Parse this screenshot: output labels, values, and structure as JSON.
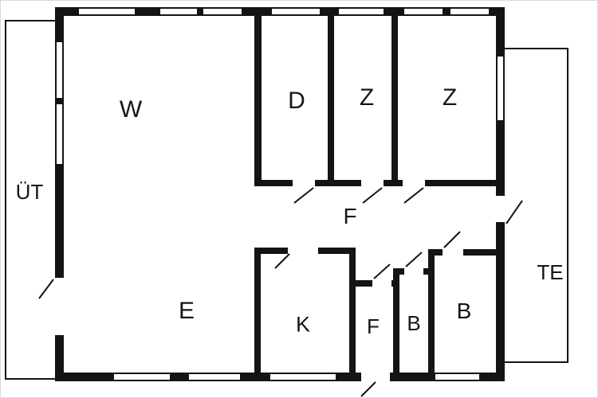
{
  "plan": {
    "kind": "floor-plan",
    "colors": {
      "wall": "#141414",
      "background": "#ffffff"
    }
  },
  "rooms": [
    {
      "id": "ut",
      "label": "ÜT"
    },
    {
      "id": "w",
      "label": "W"
    },
    {
      "id": "d",
      "label": "D"
    },
    {
      "id": "z1",
      "label": "Z"
    },
    {
      "id": "z2",
      "label": "Z"
    },
    {
      "id": "f-hall",
      "label": "F"
    },
    {
      "id": "e",
      "label": "E"
    },
    {
      "id": "k",
      "label": "K"
    },
    {
      "id": "f-bath",
      "label": "F"
    },
    {
      "id": "b1",
      "label": "B"
    },
    {
      "id": "b2",
      "label": "B"
    },
    {
      "id": "te",
      "label": "TE"
    }
  ]
}
